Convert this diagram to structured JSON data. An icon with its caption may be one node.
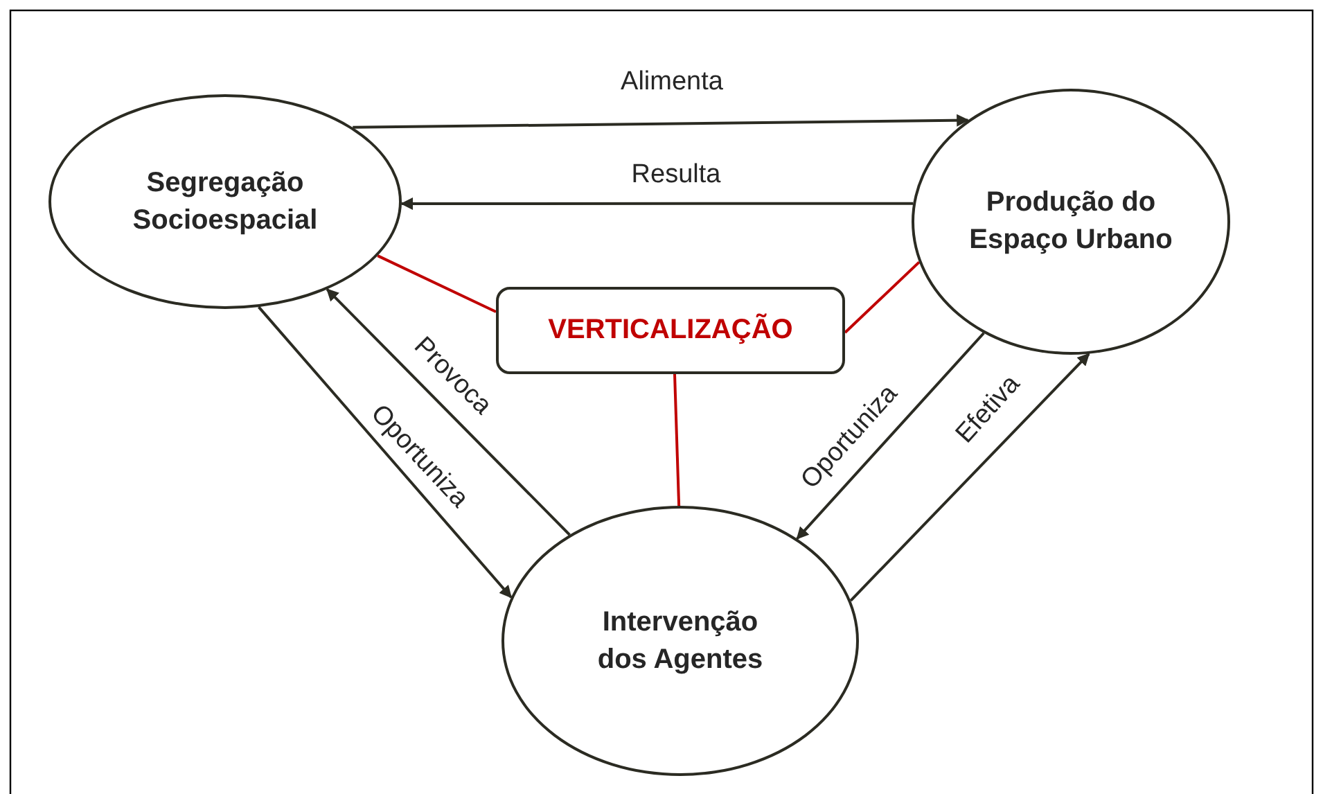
{
  "diagram": {
    "nodes": [
      {
        "text": [
          "Segregação Socioespacial"
        ]
      },
      {
        "text": [
          "Produção do Espaço Urbano"
        ]
      },
      {
        "text": [
          "VERTICALIZAÇÃO"
        ]
      },
      {
        "text": [
          "Intervenção dos Agentes"
        ]
      }
    ],
    "edges": [
      {
        "from": 0,
        "to": 1,
        "arrow": "to",
        "label": "Alimenta"
      },
      {
        "from": 1,
        "to": 0,
        "arrow": "to",
        "label": "Resulta"
      },
      {
        "from": 2,
        "to": 0,
        "arrow": "none",
        "color": "#c00000"
      },
      {
        "from": 2,
        "to": 1,
        "arrow": "none",
        "color": "#c00000"
      },
      {
        "from": 2,
        "to": 3,
        "arrow": "none",
        "color": "#c00000"
      },
      {
        "from": 3,
        "to": 0,
        "arrow": "to",
        "label": "Provoca"
      },
      {
        "from": 0,
        "to": 3,
        "arrow": "to",
        "label": "Oportuniza"
      },
      {
        "from": 1,
        "to": 3,
        "arrow": "to",
        "label": "Oportuniza"
      },
      {
        "from": 3,
        "to": 1,
        "arrow": "to",
        "label": "Efetiva"
      }
    ]
  }
}
